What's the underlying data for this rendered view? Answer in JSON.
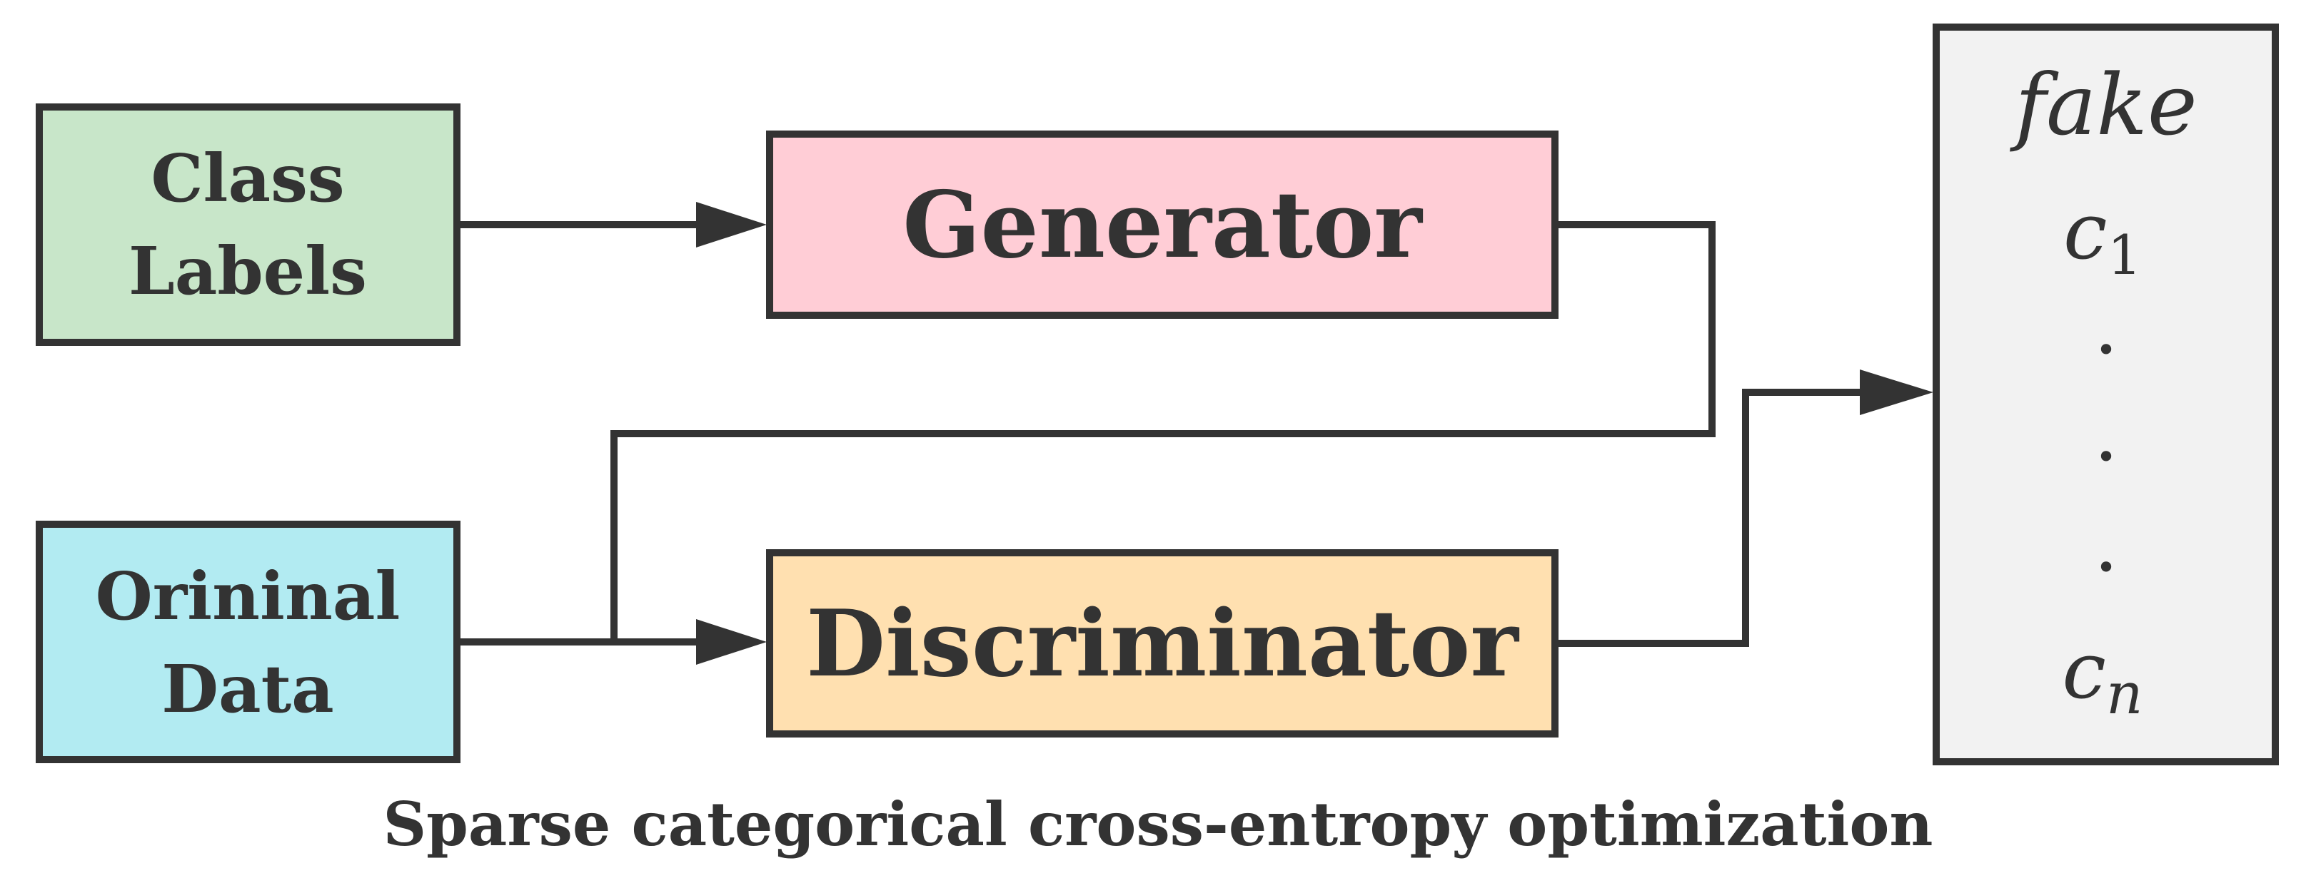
{
  "nodes": {
    "class_labels": {
      "line1": "Class",
      "line2": "Labels",
      "fill": "#c8e6c9"
    },
    "original_data": {
      "line1": "Orininal",
      "line2": "Data",
      "fill": "#b2ebf2"
    },
    "generator": {
      "label": "Generator",
      "fill": "#ffcdd6"
    },
    "discriminator": {
      "label": "Discriminator",
      "fill": "#ffe0b0"
    },
    "output": {
      "fill": "#f2f2f2",
      "fake": "fake",
      "c1_base": "c",
      "c1_sub": "1",
      "dot1": ".",
      "dot2": ".",
      "dot3": ".",
      "cn_base": "c",
      "cn_sub": "n"
    }
  },
  "edges": [
    {
      "from": "Class Labels",
      "to": "Generator"
    },
    {
      "from": "Orininal Data",
      "to": "Discriminator"
    },
    {
      "from": "Generator",
      "to": "Discriminator"
    },
    {
      "from": "Discriminator",
      "to": "Output"
    }
  ],
  "caption": "Sparse categorical cross-entropy optimization"
}
